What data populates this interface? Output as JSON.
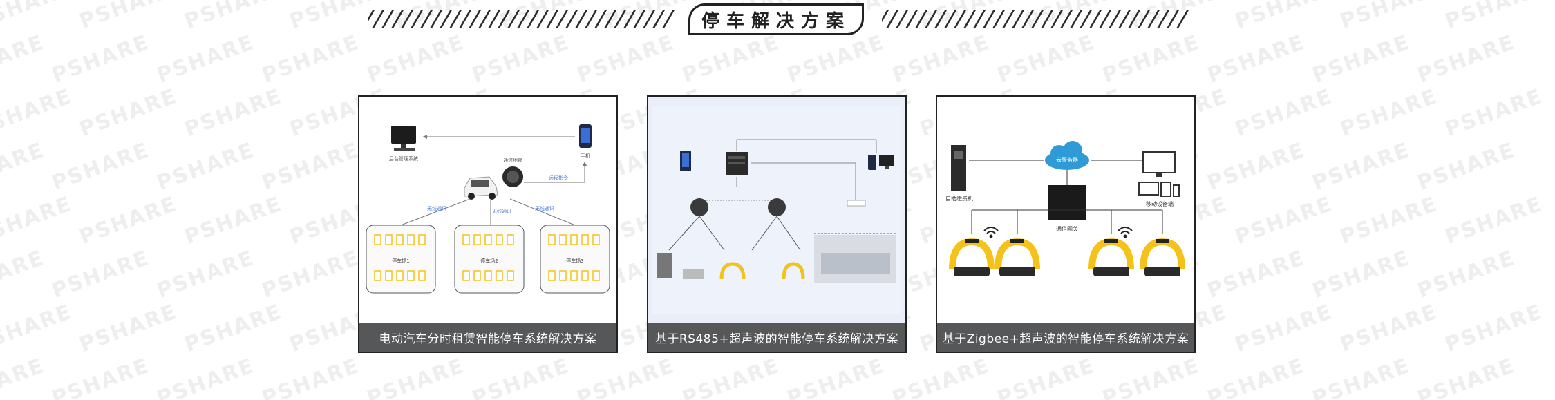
{
  "section_title": "停车解决方案",
  "watermark_text": "PSHARE",
  "cards": [
    {
      "caption": "电动汽车分时租赁智能停车系统解决方案",
      "labels": {
        "pc": "后台管理系统",
        "phone": "手机",
        "lock": "通信地锁",
        "remote": "远程指令",
        "link1": "无线通讯",
        "link2": "无线通讯",
        "link3": "无线通讯",
        "lot1": "停车场1",
        "lot2": "停车场2",
        "lot3": "停车场3"
      }
    },
    {
      "caption": "基于RS485+超声波的智能停车系统解决方案"
    },
    {
      "caption": "基于Zigbee+超声波的智能停车系统解决方案",
      "labels": {
        "kiosk": "自助缴费机",
        "cloud": "云服务器",
        "devices": "移动设备端",
        "gateway": "通信网关"
      }
    }
  ],
  "colors": {
    "accent_yellow": "#f4c21a",
    "cloud_blue": "#2e9bd6",
    "caption_bg": "#555759"
  }
}
